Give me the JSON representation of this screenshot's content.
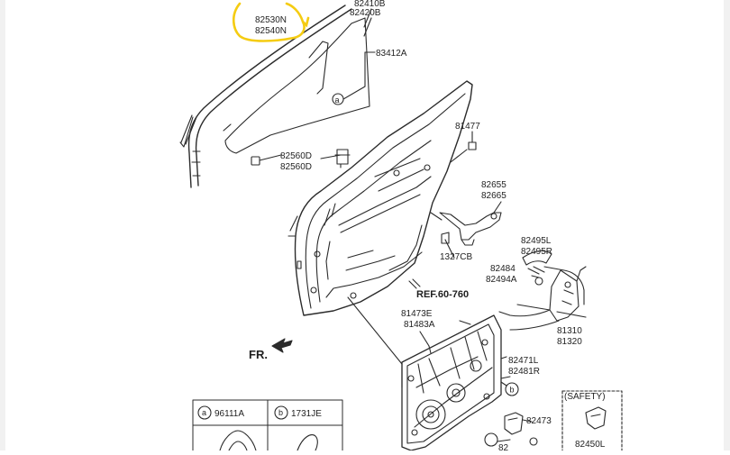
{
  "parts": {
    "regulator_top_partial": "82410B",
    "run_channel": "82420B",
    "glass_primary": "82530N",
    "glass_secondary": "82540N",
    "glass_side": "83412A",
    "clip_a": "82560D",
    "clip_b": "82560D",
    "bolt_top": "81477",
    "checker_a": "82655",
    "checker_b": "82665",
    "hinge_bolt": "1327CB",
    "outer_handle_a": "82495L",
    "outer_handle_b": "82495R",
    "rod_a": "82484",
    "rod_b": "82494A",
    "latch_a": "81310",
    "latch_b": "81320",
    "module_a": "81473E",
    "module_b": "81483A",
    "regulator_a": "82471L",
    "regulator_b": "82481R",
    "motor": "82473",
    "safety_part": "82450L",
    "bottom_partial": "82"
  },
  "labels": {
    "ref": "REF.60-760",
    "fr": "FR.",
    "safety": "(SAFETY)"
  },
  "callouts": {
    "a_letter": "a",
    "b_letter": "b",
    "a_part": "96111A",
    "b_part": "1731JE"
  },
  "highlight": {
    "color": "#f5cc12",
    "marks": "glass_primary, glass_secondary"
  },
  "colors": {
    "line": "#2b2b2b",
    "background": "#ffffff",
    "frame": "#f1f1f1"
  }
}
